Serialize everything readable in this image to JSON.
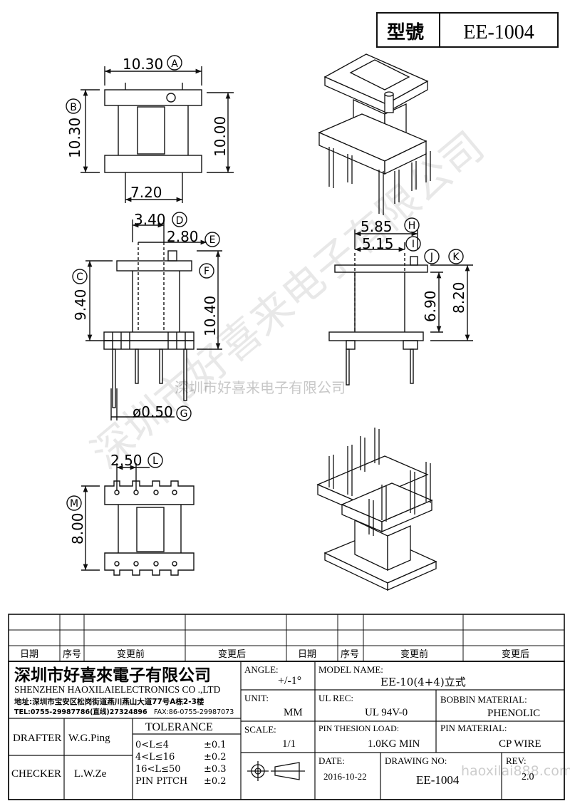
{
  "title_block": {
    "model_label": "型號",
    "model_value": "EE-1004"
  },
  "watermark": {
    "diagonal": "深圳市好喜来电子有限公司",
    "center": "深圳市好喜来电子有限公司",
    "url": "haoxilai888.com"
  },
  "dimensions": {
    "a": "10.30",
    "a_tag": "A",
    "b": "10.30",
    "b_tag": "B",
    "height_right": "10.00",
    "bottom_width": "7.20",
    "d": "3.40",
    "d_tag": "D",
    "e": "2.80",
    "e_tag": "E",
    "c": "9.40",
    "c_tag": "C",
    "f": "10.40",
    "f_tag": "F",
    "g": "ø0.50",
    "g_tag": "G",
    "h": "5.85",
    "h_tag": "H",
    "i": "5.15",
    "i_tag": "I",
    "j_tag": "J",
    "k_tag": "K",
    "j": "6.90",
    "k": "8.20",
    "l": "2.50",
    "l_tag": "L",
    "m": "8.00",
    "m_tag": "M"
  },
  "revision_table": {
    "headers": [
      "日期",
      "序号",
      "变更前",
      "变更后",
      "日期",
      "序号",
      "变更前",
      "变更后"
    ]
  },
  "company": {
    "name_cn": "深圳市好喜來電子有限公司",
    "name_en": "SHENZHEN HAOXILAIELECTRONICS CO .,LTD",
    "address": "地址:深圳市宝安区松岗街道燕川燕山大道77号A栋2-3楼",
    "tel": "TEL:0755-29987786(直线)27324896",
    "fax": "FAX:86-0755-29987073"
  },
  "angle": {
    "label": "ANGLE:",
    "value": "+/-1°"
  },
  "unit": {
    "label": "UNIT:",
    "value": "MM"
  },
  "scale": {
    "label": "SCALE:",
    "value": "1/1"
  },
  "model_name": {
    "label": "MODEL NAME:",
    "value": "EE-10(4+4)立式"
  },
  "ul_rec": {
    "label": "UL REC:",
    "value": "UL 94V-0"
  },
  "bobbin_material": {
    "label": "BOBBIN MATERIAL:",
    "value": "PHENOLIC"
  },
  "pin_tension": {
    "label": "PIN THESION LOAD:",
    "value": "1.0KG MIN"
  },
  "pin_material": {
    "label": "PIN MATERIAL:",
    "value": "CP  WIRE"
  },
  "date": {
    "label": "DATE:",
    "value": "2016-10-22"
  },
  "drawing_no": {
    "label": "DRAWING NO:",
    "value": "EE-1004"
  },
  "rev": {
    "label": "REV:",
    "value": "2.0"
  },
  "drafter": {
    "label": "DRAFTER",
    "name": "W.G.Ping"
  },
  "checker": {
    "label": "CHECKER",
    "name": "L.W.Ze"
  },
  "tolerance": {
    "title": "TOLERANCE",
    "rows": [
      {
        "range": "0<L≤4",
        "value": "±0.1"
      },
      {
        "range": "4<L≤16",
        "value": "±0.2"
      },
      {
        "range": "16<L≤50",
        "value": "±0.3"
      },
      {
        "range": "PIN PITCH",
        "value": "±0.2"
      }
    ]
  }
}
